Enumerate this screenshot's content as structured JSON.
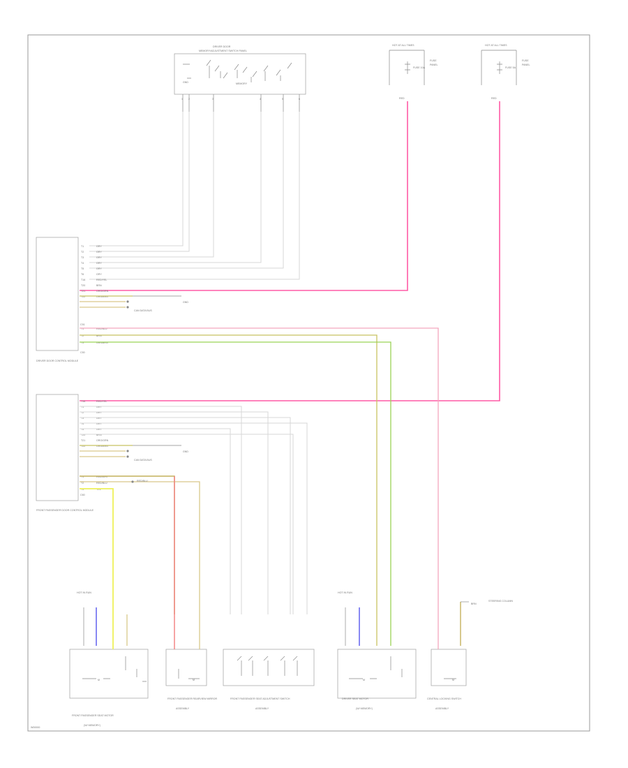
{
  "diagram": {
    "footer_code": "W00000",
    "modules": {
      "top_switch": {
        "title": "DRIVER DOOR",
        "subtitle": "MEMORY/ADJUSTMENT SWITCH PANEL",
        "pins": [
          "1",
          "2",
          "3",
          "4",
          "5",
          "6"
        ]
      },
      "fuse_left": {
        "title": "HOT AT ALL TIMES",
        "fuse": "FUSE 10A",
        "wire": "RED"
      },
      "fuse_right": {
        "title": "HOT AT ALL TIMES",
        "fuse": "FUSE 5A",
        "wire": "RED"
      },
      "driver_module": {
        "name": "DRIVER DOOR CONTROL MODULE",
        "connector_a": "C50",
        "connector_b": "C51"
      },
      "pass_module": {
        "name": "FRONT PASSENGER DOOR CONTROL MODULE",
        "connector_a": "C60",
        "connector_b": "C61"
      },
      "ground_label": "GND"
    },
    "driver_pins": [
      {
        "pin": "T1",
        "wire": "GRY"
      },
      {
        "pin": "T2",
        "wire": "GRY"
      },
      {
        "pin": "T3",
        "wire": "GRY"
      },
      {
        "pin": "T4",
        "wire": "GRY"
      },
      {
        "pin": "T5",
        "wire": "GRY"
      },
      {
        "pin": "T6",
        "wire": "GRY"
      },
      {
        "pin": "T16",
        "wire": "RED/YEL"
      },
      {
        "pin": "T20",
        "wire": "BRN"
      },
      {
        "pin": "T21",
        "wire": "ORG/GRN"
      },
      {
        "pin": "T22",
        "wire": "ORG/BRN"
      }
    ],
    "driver_pins_b": [
      {
        "pin": "T1",
        "wire": "RED/BLU"
      },
      {
        "pin": "T2",
        "wire": "BRN"
      },
      {
        "pin": "T3",
        "wire": "GRN/BRN"
      }
    ],
    "pass_pins": [
      {
        "pin": "T16",
        "wire": "RED/YEL"
      },
      {
        "pin": "T1",
        "wire": "GRY"
      },
      {
        "pin": "T2",
        "wire": "GRY"
      },
      {
        "pin": "T3",
        "wire": "GRY"
      },
      {
        "pin": "T4",
        "wire": "GRY"
      },
      {
        "pin": "T5",
        "wire": "GRY"
      },
      {
        "pin": "T20",
        "wire": "BRN"
      },
      {
        "pin": "T21",
        "wire": "ORG/GRN"
      },
      {
        "pin": "T22",
        "wire": "ORG/BRN"
      }
    ],
    "pass_pins_b": [
      {
        "pin": "T1",
        "wire": "RED/WHT"
      },
      {
        "pin": "T2",
        "wire": "RED/BLU"
      },
      {
        "pin": "T3",
        "wire": "YEL"
      }
    ],
    "callouts": {
      "ground_1": "GND",
      "data_bus_1": "CAN DATA BUS",
      "ground_2": "GND",
      "data_bus_2": "CAN DATA BUS",
      "pass_splice": "RED/BLU"
    },
    "bottom_components": [
      {
        "title": "FRONT PASSENGER SEAT MOTOR",
        "subtitle": "(W/ MEMORY)"
      },
      {
        "title": "FRONT PASSENGER REARVIEW MIRROR",
        "subtitle": "ASSEMBLY"
      },
      {
        "title": "FRONT PASSENGER SEAT ADJUSTMENT SWITCH",
        "subtitle": "ASSEMBLY"
      },
      {
        "title": "DRIVER SEAT MOTOR",
        "subtitle": "(W/ MEMORY)"
      },
      {
        "title": "CENTRAL LOCKING SWITCH",
        "subtitle": "ASSEMBLY"
      }
    ],
    "bottom_tags": {
      "memory_left": "HOT IN RUN",
      "memory_right": "HOT IN RUN",
      "ecu_label": "BRN",
      "ecu_target": "STEERING COLUMN"
    }
  }
}
